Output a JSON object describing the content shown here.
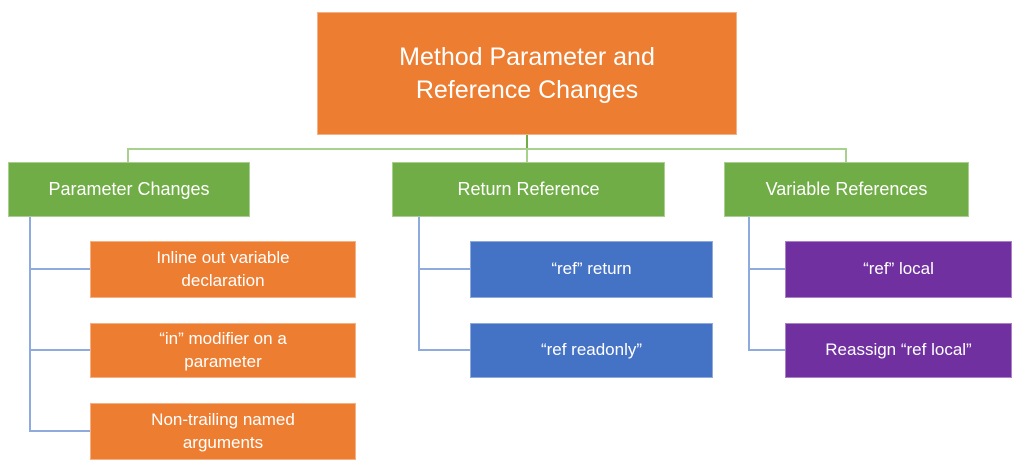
{
  "diagram": {
    "title": {
      "label": "Method Parameter and Reference Changes"
    },
    "branches": [
      {
        "label": "Parameter Changes",
        "children": [
          "Inline out variable declaration",
          "“in” modifier on a parameter",
          "Non-trailing named arguments"
        ]
      },
      {
        "label": "Return Reference",
        "children": [
          "“ref” return",
          "“ref readonly”"
        ]
      },
      {
        "label": "Variable References",
        "children": [
          "“ref” local",
          "Reassign “ref local”"
        ]
      }
    ]
  },
  "colors": {
    "orange": "#ED7D31",
    "green": "#70AD47",
    "blue": "#4472C4",
    "purple": "#7030A0",
    "connector-green": "#A9D18E",
    "connector-green-dark": "#70AD47",
    "connector-blue": "#8FAADC",
    "text": "#FFFFFF"
  }
}
